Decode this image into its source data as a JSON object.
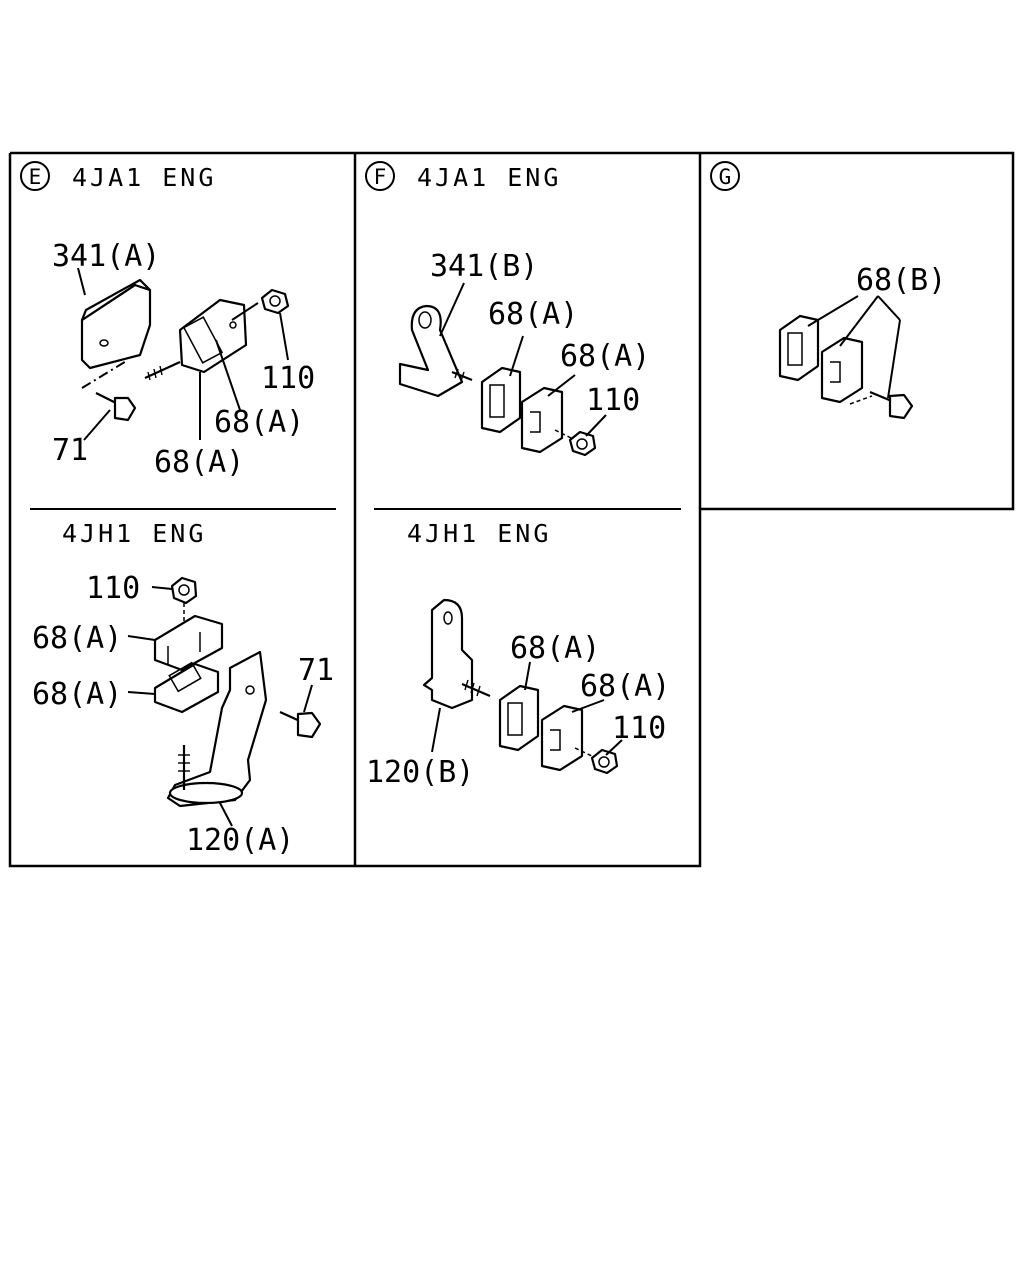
{
  "panels": {
    "e": {
      "marker": "E",
      "top_title": "4JA1 ENG",
      "bottom_title": "4JH1 ENG"
    },
    "f": {
      "marker": "F",
      "top_title": "4JA1 ENG",
      "bottom_title": "4JH1 ENG"
    },
    "g": {
      "marker": "G"
    }
  },
  "labels": {
    "e_top": [
      "341(A)",
      "110",
      "68(A)",
      "71",
      "68(A)"
    ],
    "e_bottom": [
      "110",
      "68(A)",
      "68(A)",
      "71",
      "120(A)"
    ],
    "f_top": [
      "341(B)",
      "68(A)",
      "68(A)",
      "110"
    ],
    "f_bottom": [
      "68(A)",
      "68(A)",
      "110",
      "120(B)"
    ],
    "g": [
      "68(B)"
    ]
  }
}
